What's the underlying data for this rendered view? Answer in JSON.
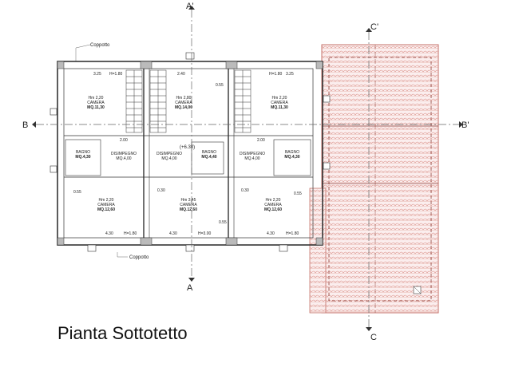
{
  "title": "Pianta Sottotetto",
  "sections": {
    "a_top": "A'",
    "a_bottom": "A",
    "b_left": "B",
    "b_right": "B'",
    "c_top": "C'",
    "c_bottom": "C"
  },
  "annotations": {
    "coppotto_top": "Coppotto",
    "coppotto_bottom": "Coppotto",
    "center_level": "(+6.30)"
  },
  "rooms": [
    {
      "hm": "Hm 2,20",
      "name": "CAMERA",
      "area": "MQ.11,30"
    },
    {
      "hm": "Hm 2,80",
      "name": "CAMERA",
      "area": "MQ.14,00"
    },
    {
      "hm": "Hm 2,20",
      "name": "CAMERA",
      "area": "MQ.11,30"
    },
    {
      "name": "BAGNO",
      "area": "MQ.4,30"
    },
    {
      "name": "DISIMPEGNO",
      "area": "MQ.4,00"
    },
    {
      "name": "DISIMPEGNO",
      "area": "MQ.4,00"
    },
    {
      "name": "BAGNO",
      "area": "MQ.4,40"
    },
    {
      "name": "DISIMPEGNO",
      "area": "MQ.4,00"
    },
    {
      "name": "BAGNO",
      "area": "MQ.4,30"
    },
    {
      "hm": "Hm 2,20",
      "name": "CAMERA",
      "area": "MQ.12,60"
    },
    {
      "hm": "Hm 3,45",
      "name": "CAMERA",
      "area": "MQ.12,60"
    },
    {
      "hm": "Hm 2,20",
      "name": "CAMERA",
      "area": "MQ.12,60"
    }
  ],
  "dims": {
    "d1": "0.55",
    "d2": "0.30",
    "d3": "0.30",
    "d4": "0.55",
    "d5": "0.55",
    "d6": "0.55",
    "t1": "3.25",
    "t2": "H=1.80",
    "t3": "2.40",
    "t4": "H=1.80",
    "t5": "3.25",
    "b1": "4.30",
    "b2": "H=1.80",
    "b3": "4.30",
    "b4": "H=3.00",
    "b5": "4.30",
    "b6": "H=1.80",
    "w1": "2.00",
    "w2": "2.00"
  },
  "colors": {
    "line": "#333333",
    "roof_tile": "#d98a82",
    "roof_bg": "#fbeeee",
    "section_line": "#666666"
  }
}
